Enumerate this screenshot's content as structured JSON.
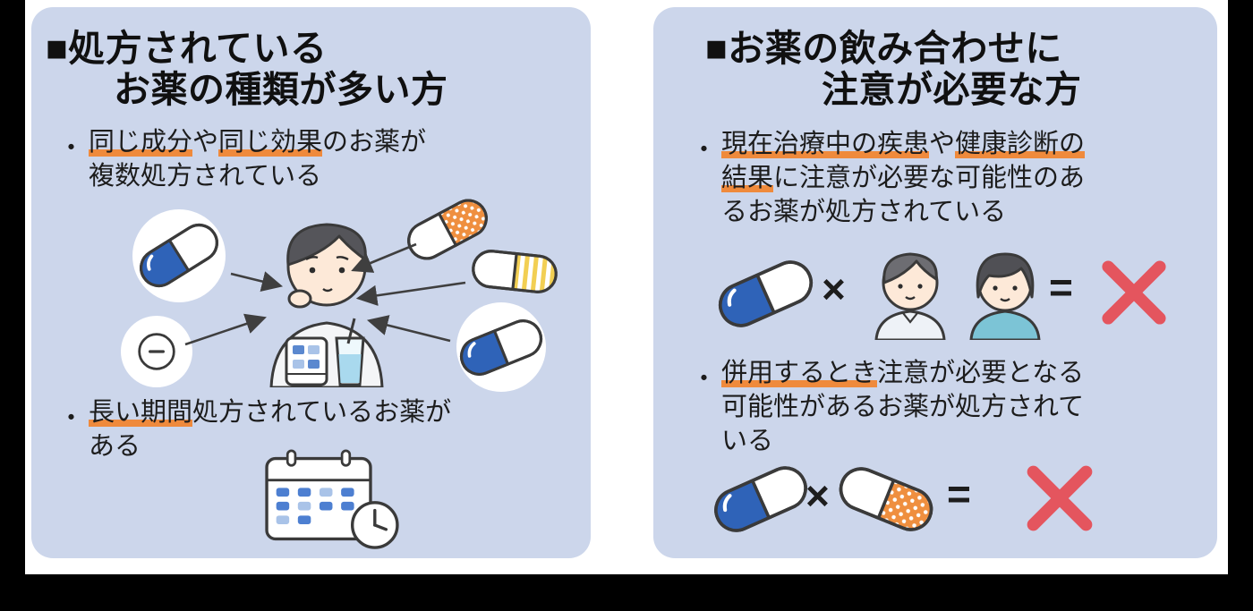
{
  "colors": {
    "panel_background": "#ccd6eb",
    "highlight_underline_orange": "#ef8a3c",
    "capsule_blue": "#2f63b8",
    "capsule_orange": "#ef8f3f",
    "capsule_yellow": "#f2cf53",
    "prohibit_cross_red": "#e4555e",
    "calendar_dot_blue": "#4d7fd1",
    "outline_dark": "#3a3a3a"
  },
  "left_panel": {
    "title": {
      "line1": "■処方されている",
      "line2": "お薬の種類が多い方"
    },
    "bullet1": {
      "marker": "・",
      "lines": [
        {
          "segments": [
            {
              "t": "同じ成分",
              "hl": true
            },
            {
              "t": "や",
              "hl": false
            },
            {
              "t": "同じ効果",
              "hl": true
            },
            {
              "t": "のお薬が",
              "hl": false
            }
          ]
        },
        {
          "segments": [
            {
              "t": "複数処方されている",
              "hl": false
            }
          ]
        }
      ]
    },
    "bullet2": {
      "marker": "・",
      "lines": [
        {
          "segments": [
            {
              "t": "長い期間",
              "hl": true
            },
            {
              "t": "処方されているお薬が",
              "hl": false
            }
          ]
        },
        {
          "segments": [
            {
              "t": "ある",
              "hl": false
            }
          ]
        }
      ]
    },
    "icons": [
      "blue-white-capsule",
      "orange-dotted-capsule",
      "yellow-striped-capsule",
      "blue-white-capsule",
      "round-tablet",
      "thinking-person-with-medicines",
      "arrows-to-person",
      "calendar-with-clock"
    ]
  },
  "right_panel": {
    "title": {
      "line1": "■お薬の飲み合わせに",
      "line2": "注意が必要な方"
    },
    "bullet1": {
      "marker": "・",
      "lines": [
        {
          "segments": [
            {
              "t": "現在治療中の疾患",
              "hl": true
            },
            {
              "t": "や",
              "hl": false
            },
            {
              "t": "健康診断の",
              "hl": true
            }
          ]
        },
        {
          "segments": [
            {
              "t": "結果",
              "hl": true
            },
            {
              "t": "に注意が必要な可能性のあ",
              "hl": false
            }
          ]
        },
        {
          "segments": [
            {
              "t": "るお薬が処方されている",
              "hl": false
            }
          ]
        }
      ]
    },
    "formula1": {
      "multiply": "×",
      "equals": "=",
      "icons": [
        "blue-white-capsule",
        "two-patients",
        "red-cross"
      ]
    },
    "bullet2": {
      "marker": "・",
      "lines": [
        {
          "segments": [
            {
              "t": "併用するとき",
              "hl": true
            },
            {
              "t": "注意が必要となる",
              "hl": false
            }
          ]
        },
        {
          "segments": [
            {
              "t": "可能性があるお薬が処方されて",
              "hl": false
            }
          ]
        },
        {
          "segments": [
            {
              "t": "いる",
              "hl": false
            }
          ]
        }
      ]
    },
    "formula2": {
      "multiply": "×",
      "equals": "=",
      "icons": [
        "blue-white-capsule",
        "orange-dotted-capsule",
        "red-cross"
      ]
    }
  }
}
